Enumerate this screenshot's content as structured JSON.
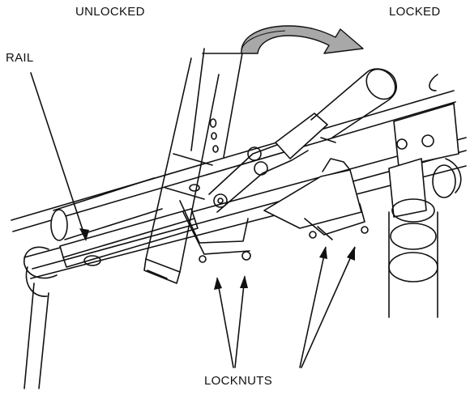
{
  "labels": {
    "unlocked": "UNLOCKED",
    "locked": "LOCKED",
    "rail": "RAIL",
    "locknuts": "LOCKNUTS"
  },
  "colors": {
    "ink": "#111111",
    "arrow_fill": "#a8a8a8",
    "background": "#ffffff"
  }
}
